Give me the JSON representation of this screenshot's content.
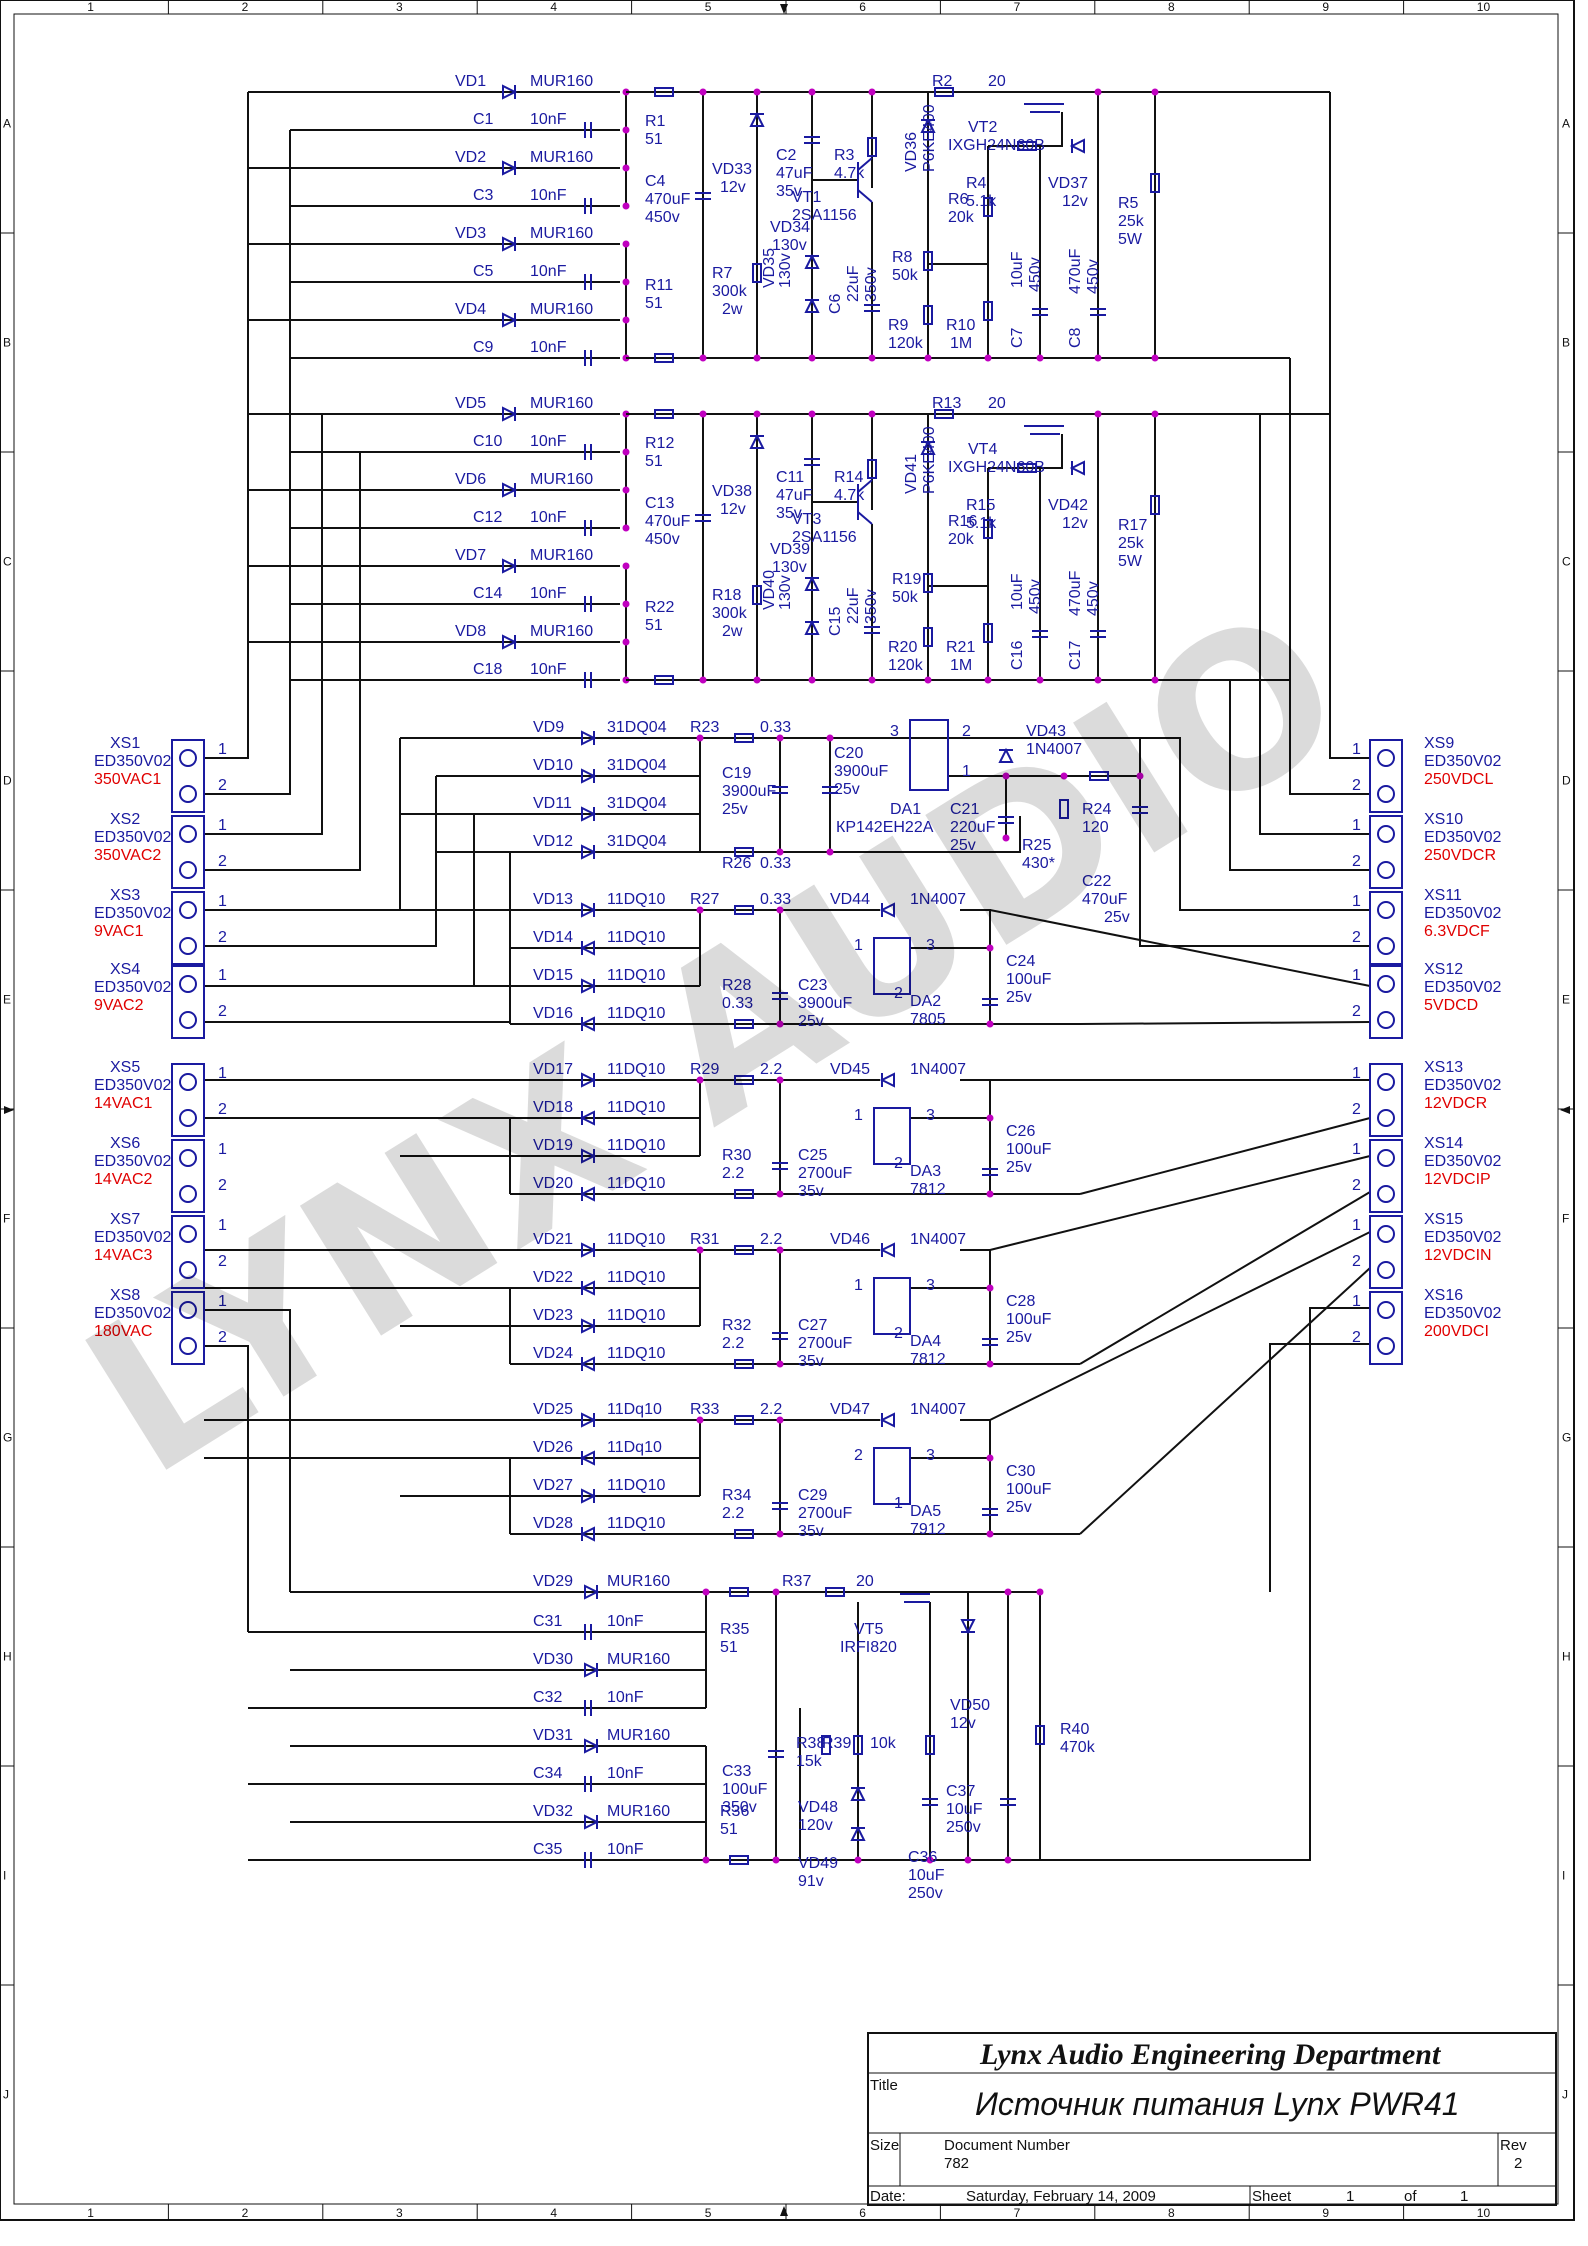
{
  "grid": {
    "cols": [
      "1",
      "2",
      "3",
      "4",
      "5",
      "6",
      "7",
      "8",
      "9",
      "10"
    ],
    "rows": [
      "A",
      "B",
      "C",
      "D",
      "E",
      "F",
      "G",
      "H",
      "I",
      "J"
    ]
  },
  "watermark": "LYNX AUDIO",
  "labels": {
    "vd1": "VD1",
    "mur_a": "MUR160",
    "c1": "C1",
    "nf_a": "10nF",
    "vd2": "VD2",
    "mur_b": "MUR160",
    "c3": "C3",
    "nf_b": "10nF",
    "vd3": "VD3",
    "mur_c": "MUR160",
    "c5": "C5",
    "nf_c": "10nF",
    "vd4": "VD4",
    "mur_d": "MUR160",
    "c9": "C9",
    "nf_d": "10nF",
    "r1": "R1",
    "r1v": "51",
    "c4": "C4",
    "c4v": "470uF",
    "c4u": "450v",
    "r11": "R11",
    "r11v": "51",
    "vd33": "VD33",
    "vd33v": "12v",
    "c2": "C2",
    "c2v": "47uF",
    "c2u": "35v",
    "r3": "R3",
    "r3v": "4.7k",
    "vt1": "VT1",
    "vt1v": "2SA1156",
    "vd36": "VD36",
    "vd36v": "P6KE400",
    "r2": "R2",
    "r2v": "20",
    "vt2": "VT2",
    "vt2v": "IXGH24N60B",
    "r4": "R4",
    "r4v": "5.1k",
    "vd37": "VD37",
    "vd37v": "12v",
    "r5": "R5",
    "r5v": "25k",
    "r5u": "5W",
    "r7": "R7",
    "r7v": "300k",
    "r7u": "2w",
    "vd34": "VD34",
    "vd34v": "130v",
    "vd35": "VD35",
    "vd35v": "130v",
    "c6": "C6",
    "c6v": "22uF",
    "c6u": "350v",
    "r8": "R8",
    "r8v": "50k",
    "r9": "R9",
    "r9v": "120k",
    "r6": "R6",
    "r6v": "20k",
    "r10": "R10",
    "r10v": "1M",
    "c7": "C7",
    "c7v": "10uF",
    "c7u": "450v",
    "c8": "C8",
    "c8v": "470uF",
    "c8u": "450v",
    "vd5": "VD5",
    "mur_e": "MUR160",
    "c10": "C10",
    "nf_e": "10nF",
    "vd6": "VD6",
    "mur_f": "MUR160",
    "c12": "C12",
    "nf_f": "10nF",
    "vd7": "VD7",
    "mur_g": "MUR160",
    "c14": "C14",
    "nf_g": "10nF",
    "vd8": "VD8",
    "mur_h": "MUR160",
    "c18": "C18",
    "nf_h": "10nF",
    "r12": "R12",
    "r12v": "51",
    "c13": "C13",
    "c13v": "470uF",
    "c13u": "450v",
    "r22": "R22",
    "r22v": "51",
    "vd38": "VD38",
    "vd38v": "12v",
    "c11": "C11",
    "c11v": "47uF",
    "c11u": "35v",
    "r14": "R14",
    "r14v": "4.7k",
    "vt3": "VT3",
    "vt3v": "2SA1156",
    "vd41": "VD41",
    "vd41v": "P6KE400",
    "r13": "R13",
    "r13v": "20",
    "vt4": "VT4",
    "vt4v": "IXGH24N60B",
    "r15": "R15",
    "r15v": "5.1k",
    "vd42": "VD42",
    "vd42v": "12v",
    "r17": "R17",
    "r17v": "25k",
    "r17u": "5W",
    "r18": "R18",
    "r18v": "300k",
    "r18u": "2w",
    "vd39": "VD39",
    "vd39v": "130v",
    "vd40": "VD40",
    "vd40v": "130v",
    "c15": "C15",
    "c15v": "22uF",
    "c15u": "350v",
    "r19": "R19",
    "r19v": "50k",
    "r20": "R20",
    "r20v": "120k",
    "r16": "R16",
    "r16v": "20k",
    "r21": "R21",
    "r21v": "1M",
    "c16": "C16",
    "c16v": "10uF",
    "c16u": "450v",
    "c17": "C17",
    "c17v": "470uF",
    "c17u": "450v",
    "vd9": "VD9",
    "dq_a": "31DQ04",
    "r23": "R23",
    "r23v": "0.33",
    "vd10": "VD10",
    "dq_b": "31DQ04",
    "vd11": "VD11",
    "dq_c": "31DQ04",
    "vd12": "VD12",
    "dq_d": "31DQ04",
    "r26": "R26",
    "r26v": "0.33",
    "c19": "C19",
    "c19v": "3900uF",
    "c19u": "25v",
    "c20": "C20",
    "c20v": "3900uF",
    "c20u": "25v",
    "da1": "DA1",
    "da1v": "КР142ЕН22А",
    "p3a": "3",
    "p2a": "2",
    "p1a": "1",
    "vd43": "VD43",
    "vd43v": "1N4007",
    "c21": "C21",
    "c21v": "220uF",
    "c21u": "25v",
    "r25": "R25",
    "r25v": "430*",
    "r24": "R24",
    "r24v": "120",
    "c22": "C22",
    "c22v": "470uF",
    "c22u": "25v",
    "vd13": "VD13",
    "dq_e": "11DQ10",
    "r27": "R27",
    "r27v": "0.33",
    "vd44": "VD44",
    "vd44v": "1N4007",
    "vd14": "VD14",
    "dq_f": "11DQ10",
    "vd15": "VD15",
    "dq_g": "11DQ10",
    "vd16": "VD16",
    "dq_h": "11DQ10",
    "r28": "R28",
    "r28v": "0.33",
    "c23": "C23",
    "c23v": "3900uF",
    "c23u": "25v",
    "da2": "DA2",
    "da2v": "7805",
    "c24": "C24",
    "c24v": "100uF",
    "c24u": "25v",
    "p1b": "1",
    "p3b": "3",
    "p2b": "2",
    "vd17": "VD17",
    "dq_i": "11DQ10",
    "r29": "R29",
    "r29v": "2.2",
    "vd45": "VD45",
    "vd45v": "1N4007",
    "vd18": "VD18",
    "dq_j": "11DQ10",
    "vd19": "VD19",
    "dq_k": "11DQ10",
    "vd20": "VD20",
    "dq_l": "11DQ10",
    "r30": "R30",
    "r30v": "2.2",
    "c25": "C25",
    "c25v": "2700uF",
    "c25u": "35v",
    "da3": "DA3",
    "da3v": "7812",
    "c26": "C26",
    "c26v": "100uF",
    "c26u": "25v",
    "p1c": "1",
    "p3c": "3",
    "p2c": "2",
    "vd21": "VD21",
    "dq_m": "11DQ10",
    "r31": "R31",
    "r31v": "2.2",
    "vd46": "VD46",
    "vd46v": "1N4007",
    "vd22": "VD22",
    "dq_n": "11DQ10",
    "vd23": "VD23",
    "dq_o": "11DQ10",
    "vd24": "VD24",
    "dq_p": "11DQ10",
    "r32": "R32",
    "r32v": "2.2",
    "c27": "C27",
    "c27v": "2700uF",
    "c27u": "35v",
    "da4": "DA4",
    "da4v": "7812",
    "c28": "C28",
    "c28v": "100uF",
    "c28u": "25v",
    "p1d": "1",
    "p3d": "3",
    "p2d": "2",
    "vd25": "VD25",
    "dq_q": "11Dq10",
    "r33": "R33",
    "r33v": "2.2",
    "vd47": "VD47",
    "vd47v": "1N4007",
    "vd26": "VD26",
    "dq_r": "11Dq10",
    "vd27": "VD27",
    "dq_s": "11DQ10",
    "vd28": "VD28",
    "dq_t": "11DQ10",
    "r34": "R34",
    "r34v": "2.2",
    "c29": "C29",
    "c29v": "2700uF",
    "c29u": "35v",
    "da5": "DA5",
    "da5v": "7912",
    "c30": "C30",
    "c30v": "100uF",
    "c30u": "25v",
    "p2e": "2",
    "p3e": "3",
    "p1e": "1",
    "vd29": "VD29",
    "mur_i": "MUR160",
    "c31": "C31",
    "nf_i": "10nF",
    "vd30": "VD30",
    "mur_j": "MUR160",
    "c32": "C32",
    "nf_j": "10nF",
    "vd31": "VD31",
    "mur_k": "MUR160",
    "c34": "C34",
    "nf_k": "10nF",
    "vd32": "VD32",
    "mur_l": "MUR160",
    "c35": "C35",
    "nf_l": "10nF",
    "r35": "R35",
    "r35v": "51",
    "r37": "R37",
    "r37v": "20",
    "vt5": "VT5",
    "vt5v": "IRFI820",
    "c33": "C33",
    "c33v": "100uF",
    "c33u": "350v",
    "r36": "R36",
    "r36v": "51",
    "r38": "R38",
    "r38v": "15k",
    "r39": "R39",
    "r39v": "10k",
    "vd50": "VD50",
    "vd50v": "12v",
    "r40": "R40",
    "r40v": "470k",
    "vd48": "VD48",
    "vd48v": "120v",
    "vd49": "VD49",
    "vd49v": "91v",
    "c36": "C36",
    "c36v": "10uF",
    "c36u": "250v",
    "c37": "C37",
    "c37v": "10uF",
    "c37u": "250v"
  },
  "connectors_left": [
    {
      "ref": "XS1",
      "part": "ED350V02",
      "sig": "350VAC1"
    },
    {
      "ref": "XS2",
      "part": "ED350V02",
      "sig": "350VAC2"
    },
    {
      "ref": "XS3",
      "part": "ED350V02",
      "sig": "9VAC1"
    },
    {
      "ref": "XS4",
      "part": "ED350V02",
      "sig": "9VAC2"
    },
    {
      "ref": "XS5",
      "part": "ED350V02",
      "sig": "14VAC1"
    },
    {
      "ref": "XS6",
      "part": "ED350V02",
      "sig": "14VAC2"
    },
    {
      "ref": "XS7",
      "part": "ED350V02",
      "sig": "14VAC3"
    },
    {
      "ref": "XS8",
      "part": "ED350V02",
      "sig": "180VAC"
    }
  ],
  "connectors_right": [
    {
      "ref": "XS9",
      "part": "ED350V02",
      "sig": "250VDCL"
    },
    {
      "ref": "XS10",
      "part": "ED350V02",
      "sig": "250VDCR"
    },
    {
      "ref": "XS11",
      "part": "ED350V02",
      "sig": "6.3VDCF"
    },
    {
      "ref": "XS12",
      "part": "ED350V02",
      "sig": "5VDCD"
    },
    {
      "ref": "XS13",
      "part": "ED350V02",
      "sig": "12VDCR"
    },
    {
      "ref": "XS14",
      "part": "ED350V02",
      "sig": "12VDCIP"
    },
    {
      "ref": "XS15",
      "part": "ED350V02",
      "sig": "12VDCIN"
    },
    {
      "ref": "XS16",
      "part": "ED350V02",
      "sig": "200VDCI"
    }
  ],
  "pins": {
    "one": "1",
    "two": "2"
  },
  "titleblock": {
    "company": "Lynx Audio Engineering Department",
    "title_label": "Title",
    "title": "Источник питания Lynx PWR41",
    "size_label": "Size",
    "docnum_label": "Document Number",
    "docnum": "782",
    "rev_label": "Rev",
    "rev": "2",
    "date_label": "Date:",
    "date": "Saturday, February 14, 2009",
    "sheet_label": "Sheet",
    "sheet": "1",
    "of_label": "of",
    "of": "1"
  },
  "colors": {
    "component": "#1a1aa0",
    "wire": "#111111",
    "junction": "#c000c0",
    "signal": "#e00000"
  }
}
